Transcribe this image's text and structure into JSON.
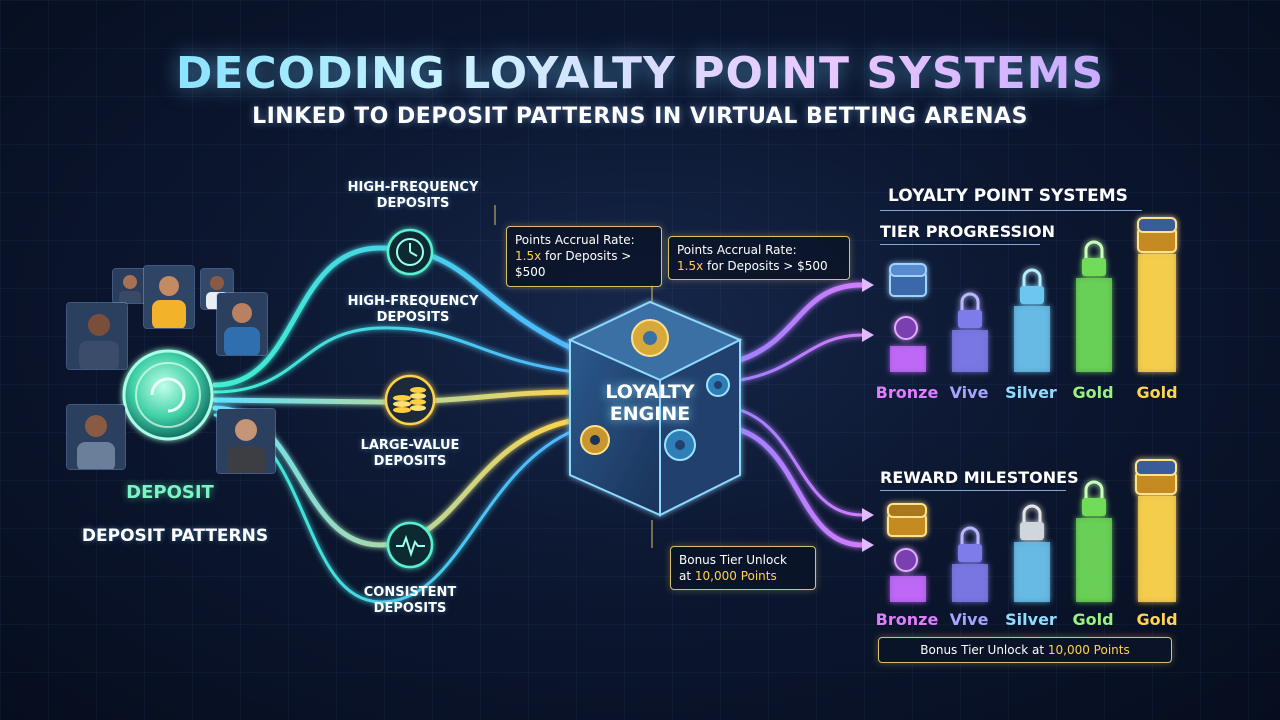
{
  "header": {
    "title": "DECODING LOYALTY POINT SYSTEMS",
    "subtitle": "LINKED TO DEPOSIT PATTERNS IN VIRTUAL BETTING ARENAS"
  },
  "left": {
    "deposit_label": "DEPOSIT",
    "patterns_label": "DEPOSIT PATTERNS"
  },
  "flow": {
    "top_label": "HIGH-FREQUENCY DEPOSITS",
    "high_frequency_label": "HIGH-FREQUENCY DEPOSITS",
    "large_value_label": "LARGE-VALUE DEPOSITS",
    "consistent_label": "CONSISTENT DEPOSITS"
  },
  "engine": {
    "line1": "LOYALTY",
    "line2": "ENGINE"
  },
  "callouts": {
    "accrual_1": {
      "line1": "Points Accrual Rate:",
      "rate": "1.5x",
      "rest": "for Deposits > $500"
    },
    "accrual_2": {
      "line1": "Points Accrual Rate:",
      "rate": "1.5x",
      "rest": "for Deposits > $500"
    },
    "bonus_engine": {
      "line1": "Bonus Tier Unlock",
      "line2_prefix": "at",
      "points": "10,000 Points"
    }
  },
  "right": {
    "panel_title": "LOYALTY POINT SYSTEMS",
    "tier_title": "TIER PROGRESSION",
    "tiers": [
      {
        "label": "Bronze",
        "color": "#d07cff"
      },
      {
        "label": "Vive",
        "color": "#8f8bff"
      },
      {
        "label": "Silver",
        "color": "#7fd6ff"
      },
      {
        "label": "Gold",
        "color": "#8ef07a"
      },
      {
        "label": "Gold",
        "color": "#ffd44f"
      }
    ],
    "milestone_title": "REWARD MILESTONES",
    "milestones": [
      {
        "label": "Bronze",
        "color": "#d07cff"
      },
      {
        "label": "Vive",
        "color": "#8f8bff"
      },
      {
        "label": "Silver",
        "color": "#7fd6ff"
      },
      {
        "label": "Gold",
        "color": "#8ef07a"
      },
      {
        "label": "Gold",
        "color": "#ffd44f"
      }
    ],
    "bonus_box": {
      "prefix": "Bonus Tier Unlock at",
      "points": "10,000 Points"
    }
  },
  "icons": [
    "coin-icon",
    "clock-icon",
    "coin-stack-icon",
    "pulse-icon",
    "gear-icon",
    "padlock-icon",
    "treasure-chest-icon",
    "medal-icon"
  ]
}
